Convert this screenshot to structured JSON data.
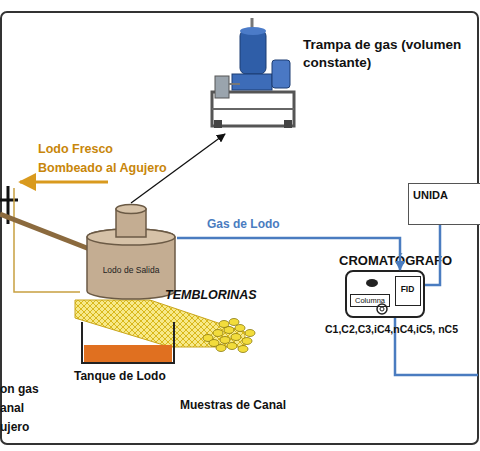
{
  "diagram": {
    "nodes": [
      {
        "text": [
          "Trampa de gas (volumen constante)"
        ]
      },
      {
        "text": [
          "UNIDA"
        ]
      },
      {
        "text": [
          "Lodo de Salida"
        ]
      },
      {
        "text": [
          "CROMATÓGRAFO"
        ]
      },
      {
        "text": [
          "FID"
        ],
        "in": 3
      },
      {
        "text": [
          "Columna"
        ],
        "in": 3
      },
      {
        "text": [
          "Tanque de Lodo"
        ]
      },
      {
        "text": [
          "Muestras de Canal"
        ]
      }
    ],
    "edges": [
      {
        "from": 2,
        "to": 0,
        "arrow": "to"
      },
      {
        "from": 2,
        "to": 3,
        "label": "Gas de Lodo",
        "arrow": "to"
      },
      {
        "from": 3,
        "to": 1,
        "arrow": "none"
      }
    ],
    "labels": [
      "Lodo Fresco Bombeado al Agujero",
      "TEMBLORINAS",
      "C1,C2,C3,iC4,nC4,iC5, nC5",
      "on gas anal ujero"
    ]
  }
}
